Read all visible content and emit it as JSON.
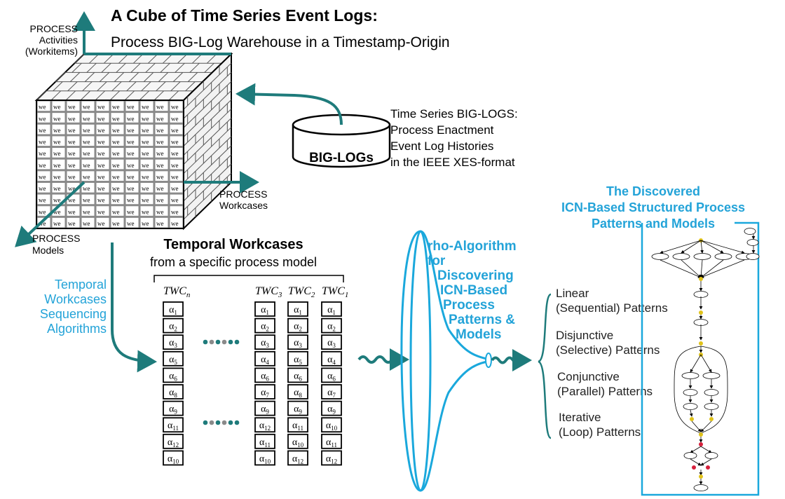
{
  "header": {
    "title": "A Cube of Time Series Event Logs:",
    "subtitle": "Process BIG-Log Warehouse in a Timestamp-Origin"
  },
  "cube": {
    "axis_activities": [
      "PROCESS",
      "Activities",
      "(Workitems)"
    ],
    "axis_workcases": [
      "PROCESS",
      "Workcases"
    ],
    "axis_models": [
      "PROCESS",
      "Models"
    ],
    "cell_text": "we"
  },
  "biglog": {
    "label": "BIG-LOGs",
    "description": [
      "Time Series BIG-LOGS:",
      "Process Enactment",
      "Event Log Histories",
      "in the IEEE XES-format"
    ]
  },
  "sequencing": {
    "label": [
      "Temporal",
      "Workcases",
      "Sequencing",
      "Algorithms"
    ]
  },
  "temporal": {
    "title": "Temporal Workcases",
    "subtitle": "from a specific process model",
    "columns": [
      {
        "label": "TWC",
        "sub": "n",
        "items": [
          "1",
          "2",
          "3",
          "5",
          "6",
          "8",
          "9",
          "11",
          "12",
          "10"
        ]
      },
      {
        "label": "TWC",
        "sub": "3",
        "items": [
          "1",
          "2",
          "3",
          "4",
          "6",
          "7",
          "9",
          "12",
          "11",
          "10"
        ]
      },
      {
        "label": "TWC",
        "sub": "2",
        "items": [
          "1",
          "2",
          "3",
          "5",
          "6",
          "8",
          "9",
          "11",
          "10",
          "12"
        ]
      },
      {
        "label": "TWC",
        "sub": "1",
        "items": [
          "1",
          "2",
          "3",
          "4",
          "6",
          "7",
          "9",
          "10",
          "11",
          "12"
        ]
      }
    ],
    "alpha": "α"
  },
  "rho": {
    "label": [
      "rho-Algorithm",
      "for",
      "Discovering",
      "ICN-Based",
      "Process",
      "Patterns &",
      "Models"
    ]
  },
  "patterns": {
    "items": [
      [
        "Linear",
        "(Sequential) Patterns"
      ],
      [
        "Disjunctive",
        "(Selective) Patterns"
      ],
      [
        "Conjunctive",
        "(Parallel) Patterns"
      ],
      [
        "Iterative",
        "(Loop) Patterns"
      ]
    ]
  },
  "discovered": {
    "title": [
      "The Discovered",
      "ICN-Based Structured Process",
      "Patterns and Models"
    ]
  },
  "colors": {
    "teal": "#1e7b7b",
    "cyan": "#1aa8dc",
    "cyan_text": "#23a3d8",
    "grid": "#8a8a8a"
  }
}
